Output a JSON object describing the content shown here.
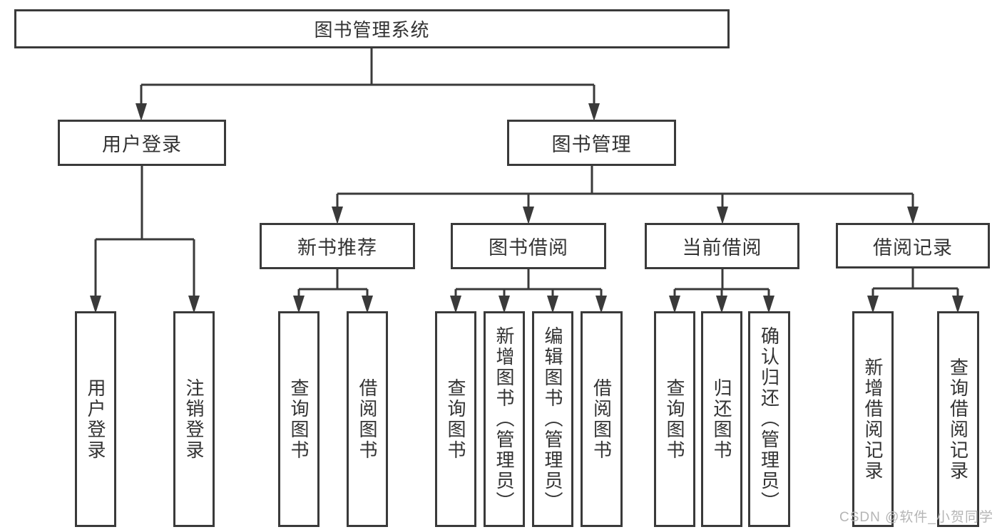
{
  "diagram": {
    "type": "hierarchy-tree",
    "title": "图书管理系统",
    "watermark": "CSDN @软件_小贺同学",
    "colors": {
      "background": "#ffffff",
      "line": "#3a3a3a",
      "box_border": "#3a3a3a",
      "text": "#333333",
      "watermark": "#b5b5b5"
    },
    "nodes": {
      "root": "图书管理系统",
      "user_login": "用户登录",
      "book_mgmt": "图书管理",
      "new_book_rec": "新书推荐",
      "book_borrow": "图书借阅",
      "current_borrow": "当前借阅",
      "borrow_record": "借阅记录",
      "ul_user_login": "用户登录",
      "ul_logout": "注销登录",
      "nb_query_book": "查询图书",
      "nb_borrow_book": "借阅图书",
      "bb_query_book": "查询图书",
      "bb_add_book": "新增图书（管理员）",
      "bb_edit_book": "编辑图书（管理员）",
      "bb_borrow_book": "借阅图书",
      "cb_query_book": "查询图书",
      "cb_return_book": "归还图书",
      "cb_confirm_return": "确认归还（管理员）",
      "br_add_record": "新增借阅记录",
      "br_query_record": "查询借阅记录"
    },
    "hierarchy": {
      "图书管理系统": {
        "用户登录": [
          "用户登录",
          "注销登录"
        ],
        "图书管理": {
          "新书推荐": [
            "查询图书",
            "借阅图书"
          ],
          "图书借阅": [
            "查询图书",
            "新增图书（管理员）",
            "编辑图书（管理员）",
            "借阅图书"
          ],
          "当前借阅": [
            "查询图书",
            "归还图书",
            "确认归还（管理员）"
          ],
          "借阅记录": [
            "新增借阅记录",
            "查询借阅记录"
          ]
        }
      }
    }
  }
}
